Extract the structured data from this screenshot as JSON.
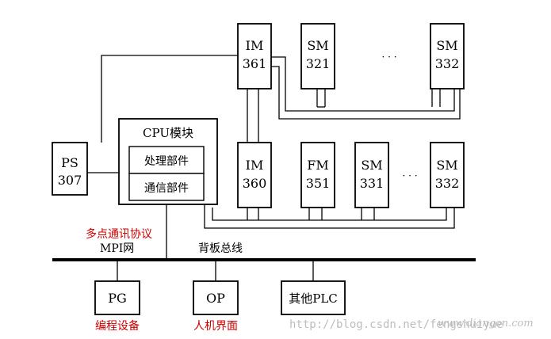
{
  "modules": {
    "ps307": {
      "line1": "PS",
      "line2": "307"
    },
    "cpu_title": "CPU模块",
    "cpu_processing": "处理部件",
    "cpu_comm": "通信部件",
    "im361": {
      "line1": "IM",
      "line2": "361"
    },
    "sm321": {
      "line1": "SM",
      "line2": "321"
    },
    "sm332_top": {
      "line1": "SM",
      "line2": "332"
    },
    "im360": {
      "line1": "IM",
      "line2": "360"
    },
    "fm351": {
      "line1": "FM",
      "line2": "351"
    },
    "sm331": {
      "line1": "SM",
      "line2": "331"
    },
    "sm332_bottom": {
      "line1": "SM",
      "line2": "332"
    },
    "pg": "PG",
    "op": "OP",
    "other_plc": "其他PLC"
  },
  "labels": {
    "mpi_protocol": "多点通讯协议",
    "mpi_net": "MPI网",
    "backplane_bus": "背板总线",
    "pg_caption": "编程设备",
    "op_caption": "人机界面",
    "ellipsis_top": "· · ·",
    "ellipsis_bottom": "· · ·"
  },
  "watermarks": {
    "url": "http://blog.csdn.net/fengshuiyue",
    "site": "www.diangon.com"
  },
  "colors": {
    "line": "#000000",
    "caption_red": "#cc0000",
    "watermark": "#bdbdbd"
  }
}
